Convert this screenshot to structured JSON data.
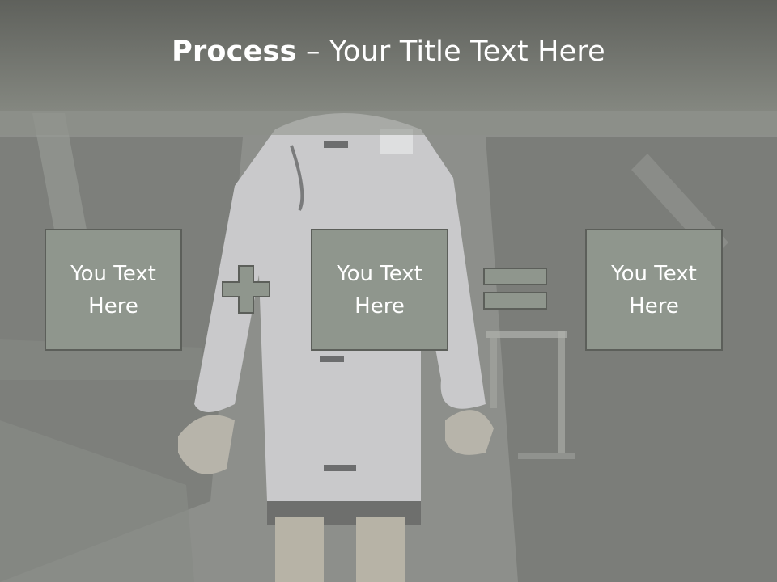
{
  "slide": {
    "title_bold": "Process",
    "title_rest": " – Your Title Text Here",
    "boxes": [
      {
        "text": "You Text Here"
      },
      {
        "text": "You Text Here"
      },
      {
        "text": "You Text Here"
      }
    ],
    "operators": [
      "plus-icon",
      "equals-icon"
    ],
    "colors": {
      "title_bar": "#6f726c",
      "box_fill": "#8f968d",
      "box_border": "#5c5f5a",
      "operator_fill": "#8f968d",
      "text": "#ffffff"
    }
  }
}
